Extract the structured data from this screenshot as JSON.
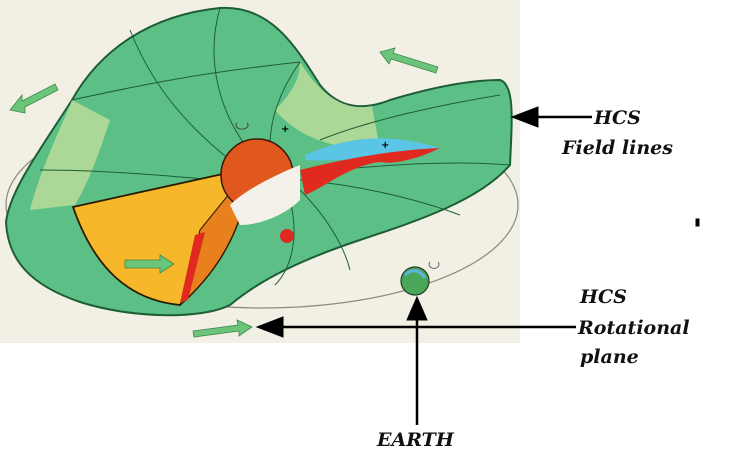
{
  "labels": {
    "field_hcs": "HCS",
    "field_lines": "Field lines",
    "plane_hcs": "HCS",
    "plane_rotational": "Rotational",
    "plane_word": "plane",
    "earth": "EARTH"
  },
  "illustration": {
    "background": "#f2efe4",
    "sheet_green": "#5cbf86",
    "sheet_light": "#b9dc9a",
    "sun": "#e0581e",
    "wedge": "#f6b82a",
    "plus_signs": [
      "+",
      "+"
    ]
  }
}
